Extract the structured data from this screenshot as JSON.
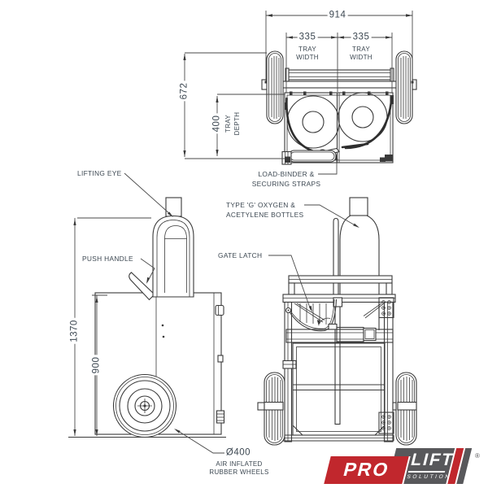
{
  "colors": {
    "line": "#3a3a3a",
    "label": "#3d4852",
    "logo_red": "#c1272d",
    "logo_gray": "#58585b"
  },
  "top_view": {
    "dim_overall_width": "914",
    "dim_tray_width_left": "335",
    "dim_tray_width_right": "335",
    "tray_width_label": {
      "line1": "TRAY",
      "line2": "WIDTH"
    },
    "dim_overall_depth": "672",
    "dim_tray_depth": "400",
    "tray_depth_label": {
      "line1": "TRAY",
      "line2": "DEPTH"
    },
    "load_binder_label": {
      "line1": "LOAD-BINDER &",
      "line2": "SECURING STRAPS"
    }
  },
  "side_view": {
    "lifting_eye_label": "LIFTING EYE",
    "push_handle_label": "PUSH HANDLE",
    "dim_overall_height": "1370",
    "dim_body_height": "900",
    "wheel_diameter": "Ø400",
    "wheel_note": {
      "line1": "AIR INFLATED",
      "line2": "RUBBER WHEELS"
    }
  },
  "front_view": {
    "bottles_label": {
      "line1": "TYPE 'G' OXYGEN &",
      "line2": "ACETYLENE BOTTLES"
    },
    "gate_latch_label": "GATE LATCH"
  },
  "logo": {
    "pro": "PRO",
    "lift": "LIFT",
    "solutions": "SOLUTIONS",
    "registered": "®"
  }
}
